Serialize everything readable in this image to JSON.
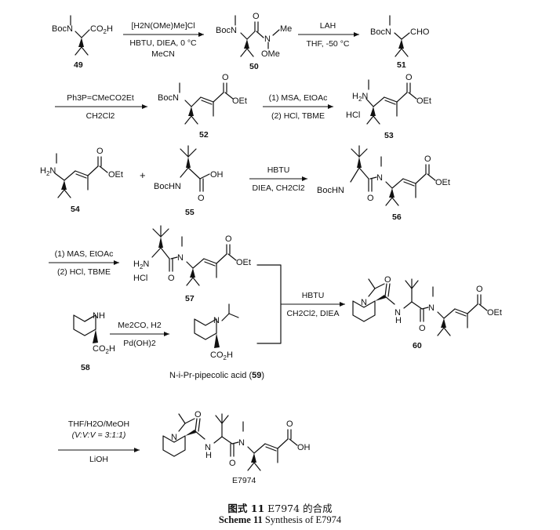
{
  "compounds": {
    "c49": {
      "number": "49"
    },
    "c50": {
      "number": "50"
    },
    "c51": {
      "number": "51"
    },
    "c52": {
      "number": "52"
    },
    "c53": {
      "number": "53"
    },
    "c54": {
      "number": "54"
    },
    "c55": {
      "number": "55"
    },
    "c56": {
      "number": "56"
    },
    "c57": {
      "number": "57"
    },
    "c58": {
      "number": "58"
    },
    "c60": {
      "number": "60"
    }
  },
  "reagents": {
    "step1": {
      "line1": "[H2N(OMe)Me]Cl",
      "line2": "HBTU, DIEA, 0 °C",
      "line3": "MeCN"
    },
    "step2": {
      "line1": "LAH",
      "line2": "THF, -50 °C"
    },
    "step3": {
      "line1": "Ph3P=CMeCO2Et",
      "line2": "CH2Cl2"
    },
    "step4": {
      "line1": "(1) MSA, EtOAc",
      "line2": "(2) HCl, TBME"
    },
    "step5": {
      "line1": "HBTU",
      "line2": "DIEA, CH2Cl2"
    },
    "step6": {
      "line1": "(1) MAS, EtOAc",
      "line2": "(2) HCl, TBME"
    },
    "step7": {
      "line1": "Me2CO, H2",
      "line2": "Pd(OH)2"
    },
    "step8": {
      "line1": "HBTU",
      "line2": "CH2Cl2, DIEA"
    },
    "step9": {
      "line1": "THF/H2O/MeOH",
      "line2": "(V:V:V = 3:1:1)",
      "line3": "LiOH"
    }
  },
  "labels": {
    "plus": "+",
    "hcl": "HCl",
    "label59_prefix": "N-i-Pr-pipecolic acid (",
    "label59_number": "59",
    "label59_suffix": ")",
    "final_name": "E7974"
  },
  "caption": {
    "cn_label": "图式 11",
    "cn_text": "E7974 的合成",
    "en_label": "Scheme 11",
    "en_text": "Synthesis of E7974"
  }
}
